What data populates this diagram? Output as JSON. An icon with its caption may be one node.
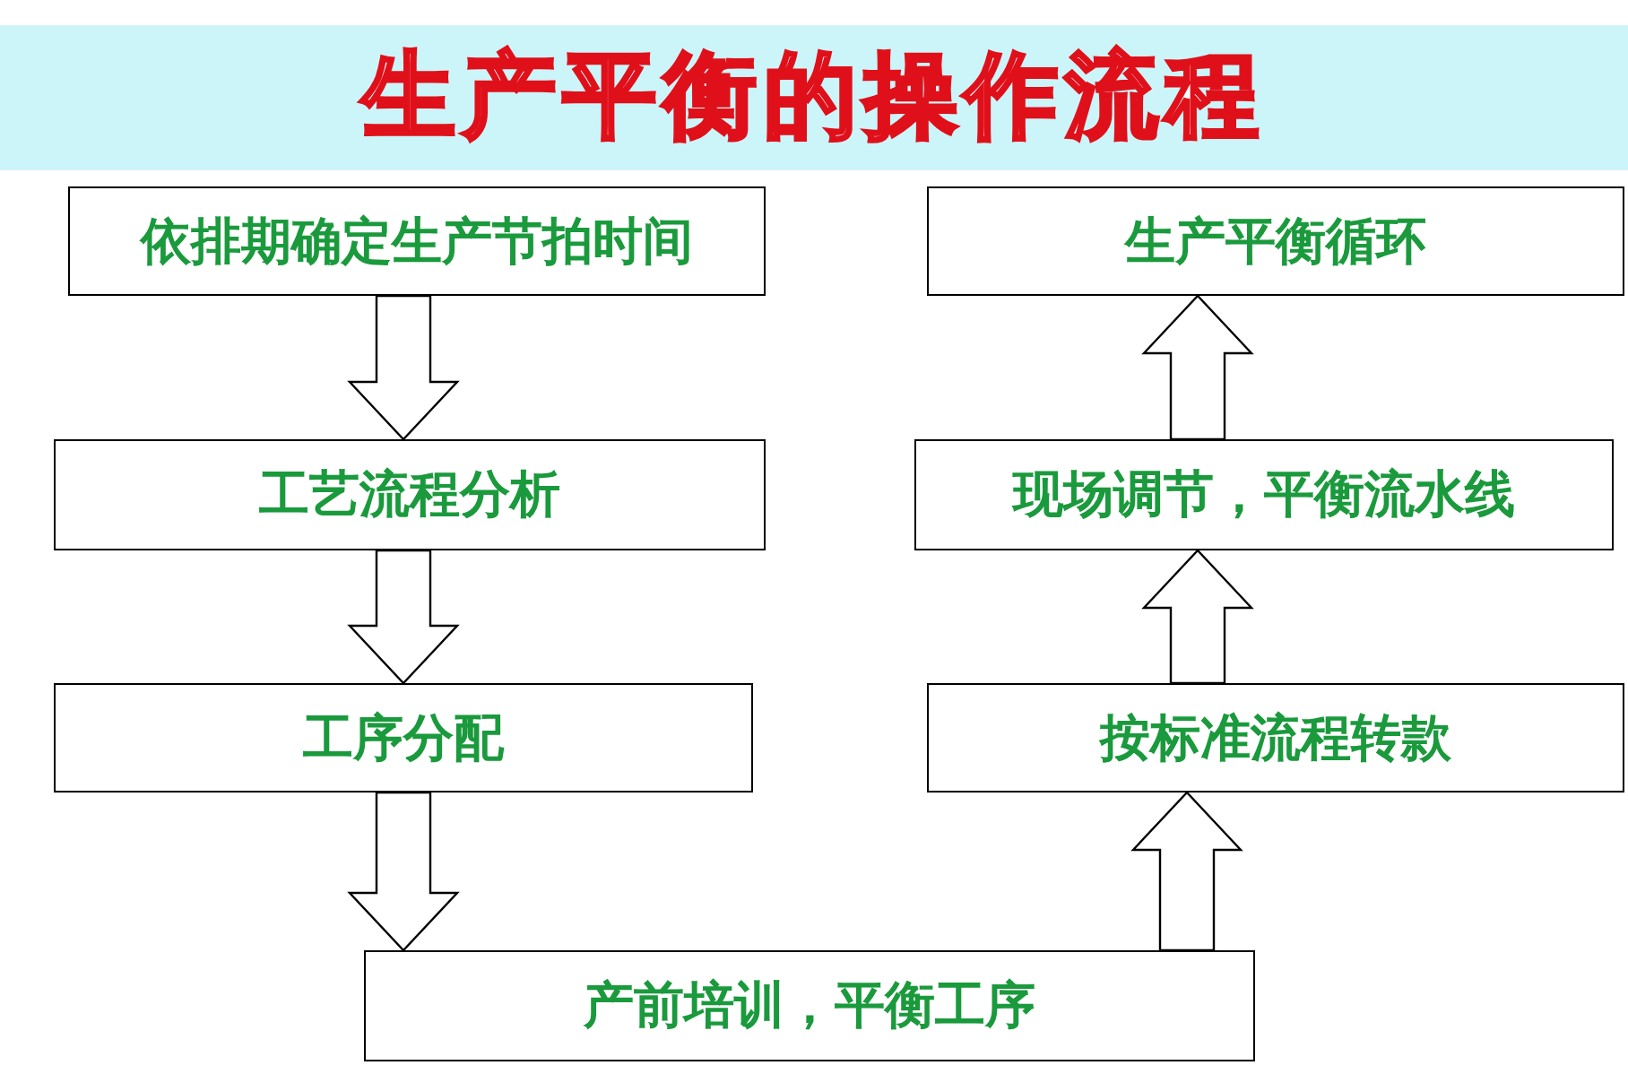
{
  "diagram": {
    "title": "生产平衡的操作流程",
    "nodes": [
      {
        "text": [
          "依排期确定生产节拍时间"
        ]
      },
      {
        "text": [
          "工艺流程分析"
        ]
      },
      {
        "text": [
          "工序分配"
        ]
      },
      {
        "text": [
          "产前培训，平衡工序"
        ]
      },
      {
        "text": [
          "按标准流程转款"
        ]
      },
      {
        "text": [
          "现场调节，平衡流水线"
        ]
      },
      {
        "text": [
          "生产平衡循环"
        ]
      }
    ],
    "edges": [
      {
        "from": 0,
        "to": 1,
        "arrow": "to"
      },
      {
        "from": 1,
        "to": 2,
        "arrow": "to"
      },
      {
        "from": 2,
        "to": 3,
        "arrow": "to"
      },
      {
        "from": 3,
        "to": 4,
        "arrow": "to"
      },
      {
        "from": 4,
        "to": 5,
        "arrow": "to"
      },
      {
        "from": 5,
        "to": 6,
        "arrow": "to"
      }
    ]
  }
}
